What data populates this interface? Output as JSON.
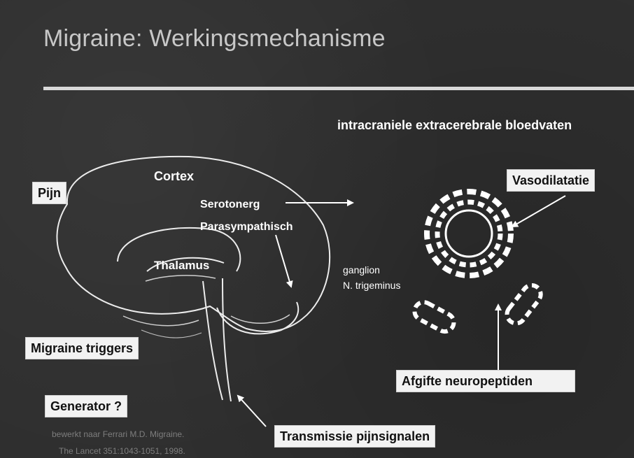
{
  "slide": {
    "title": "Migraine: Werkingsmechanisme",
    "subtitle": "intracraniele extracerebrale bloedvaten",
    "labels": {
      "cortex": "Cortex",
      "serotonerg": "Serotonerg",
      "parasympathisch": "Parasympathisch",
      "thalamus": "Thalamus",
      "ganglion_line1": "ganglion",
      "ganglion_line2": "N. trigeminus"
    },
    "boxes": {
      "pijn": "Pijn",
      "vasodilatatie": "Vasodilatatie",
      "migraine_triggers": "Migraine triggers",
      "generator": "Generator ?",
      "afgifte": "Afgifte neuropeptiden",
      "transmissie": "Transmissie pijnsignalen"
    },
    "footnote": {
      "line1": "bewerkt naar Ferrari M.D. Migraine.",
      "line2": "The Lancet 351:1043-1051, 1998."
    },
    "colors": {
      "background": "#2f2f2f",
      "box_fill": "#f2f2f2",
      "label_text": "#ffffff",
      "title_text": "#c8c8c8"
    }
  }
}
